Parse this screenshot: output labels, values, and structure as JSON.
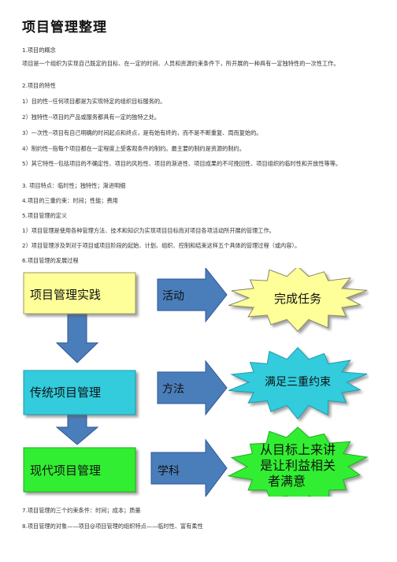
{
  "title": "项目管理整理",
  "sections": [
    "1.项目的概念",
    "项目是一个组织为实现自己既定的目标、在一定的时间、人员和资源约束条件下，所开展的一种具有一定独特性的一次性工作。",
    "2.项目的特性",
    "1）目的性--任何项目都是为实现特定的组织目标服务的。",
    "2）独特性--项目的产品或服务都具有一定的独特之处。",
    "3）一次性--项目有自己明确的时间起点和终点，是有始有终的，而不是不断重复、周而复始的。",
    "4）制约性--指每个项目都在一定程度上受客观条件的制约。最主要的制约是资源的制约。",
    "5）其它特性--包括项目的不确定性、项目的风险性、项目的渐进性、项目成果的不可挽回性、项目组织的临时性和开放性等等。",
    "3. 项目特点：临时性；独特性；渐进明细",
    "4.项目的三重约束：时间；性能；费用",
    "5.项目管理的定义",
    "1）项目管理是使用各种管理方法、技术和知识为实现项目目标而对项目各项活动所开展的管理工作。",
    "2）项目管理涉及到对于项目或项目阶段的起始、计划、组织、控制和结束这样五个具体的管理过程（或内容）。",
    "6.项目管理的发展过程",
    "7.项目管理的三个约束条件：时间；成本；质量",
    "8.项目管理的对象——项目@项目管理的组织特点——临时性、富有柔性"
  ],
  "diagram": {
    "boxes": [
      "项目管理实践",
      "传统项目管理",
      "现代项目管理"
    ],
    "arrows": [
      "活动",
      "方法",
      "学科"
    ],
    "stars": [
      "完成任务",
      "满足三重约束",
      "从目标上来讲",
      "是让利益相关",
      "者满意"
    ],
    "colors": {
      "box1": "#ffff99",
      "box2": "#33ccdd",
      "box3": "#33ee33",
      "star1": "#ffff99",
      "star2": "#33ccdd",
      "star3": "#33ee33",
      "arrow": "#4a7ebb",
      "arrow_stroke": "#2f5597",
      "shadow": "#555555"
    }
  }
}
